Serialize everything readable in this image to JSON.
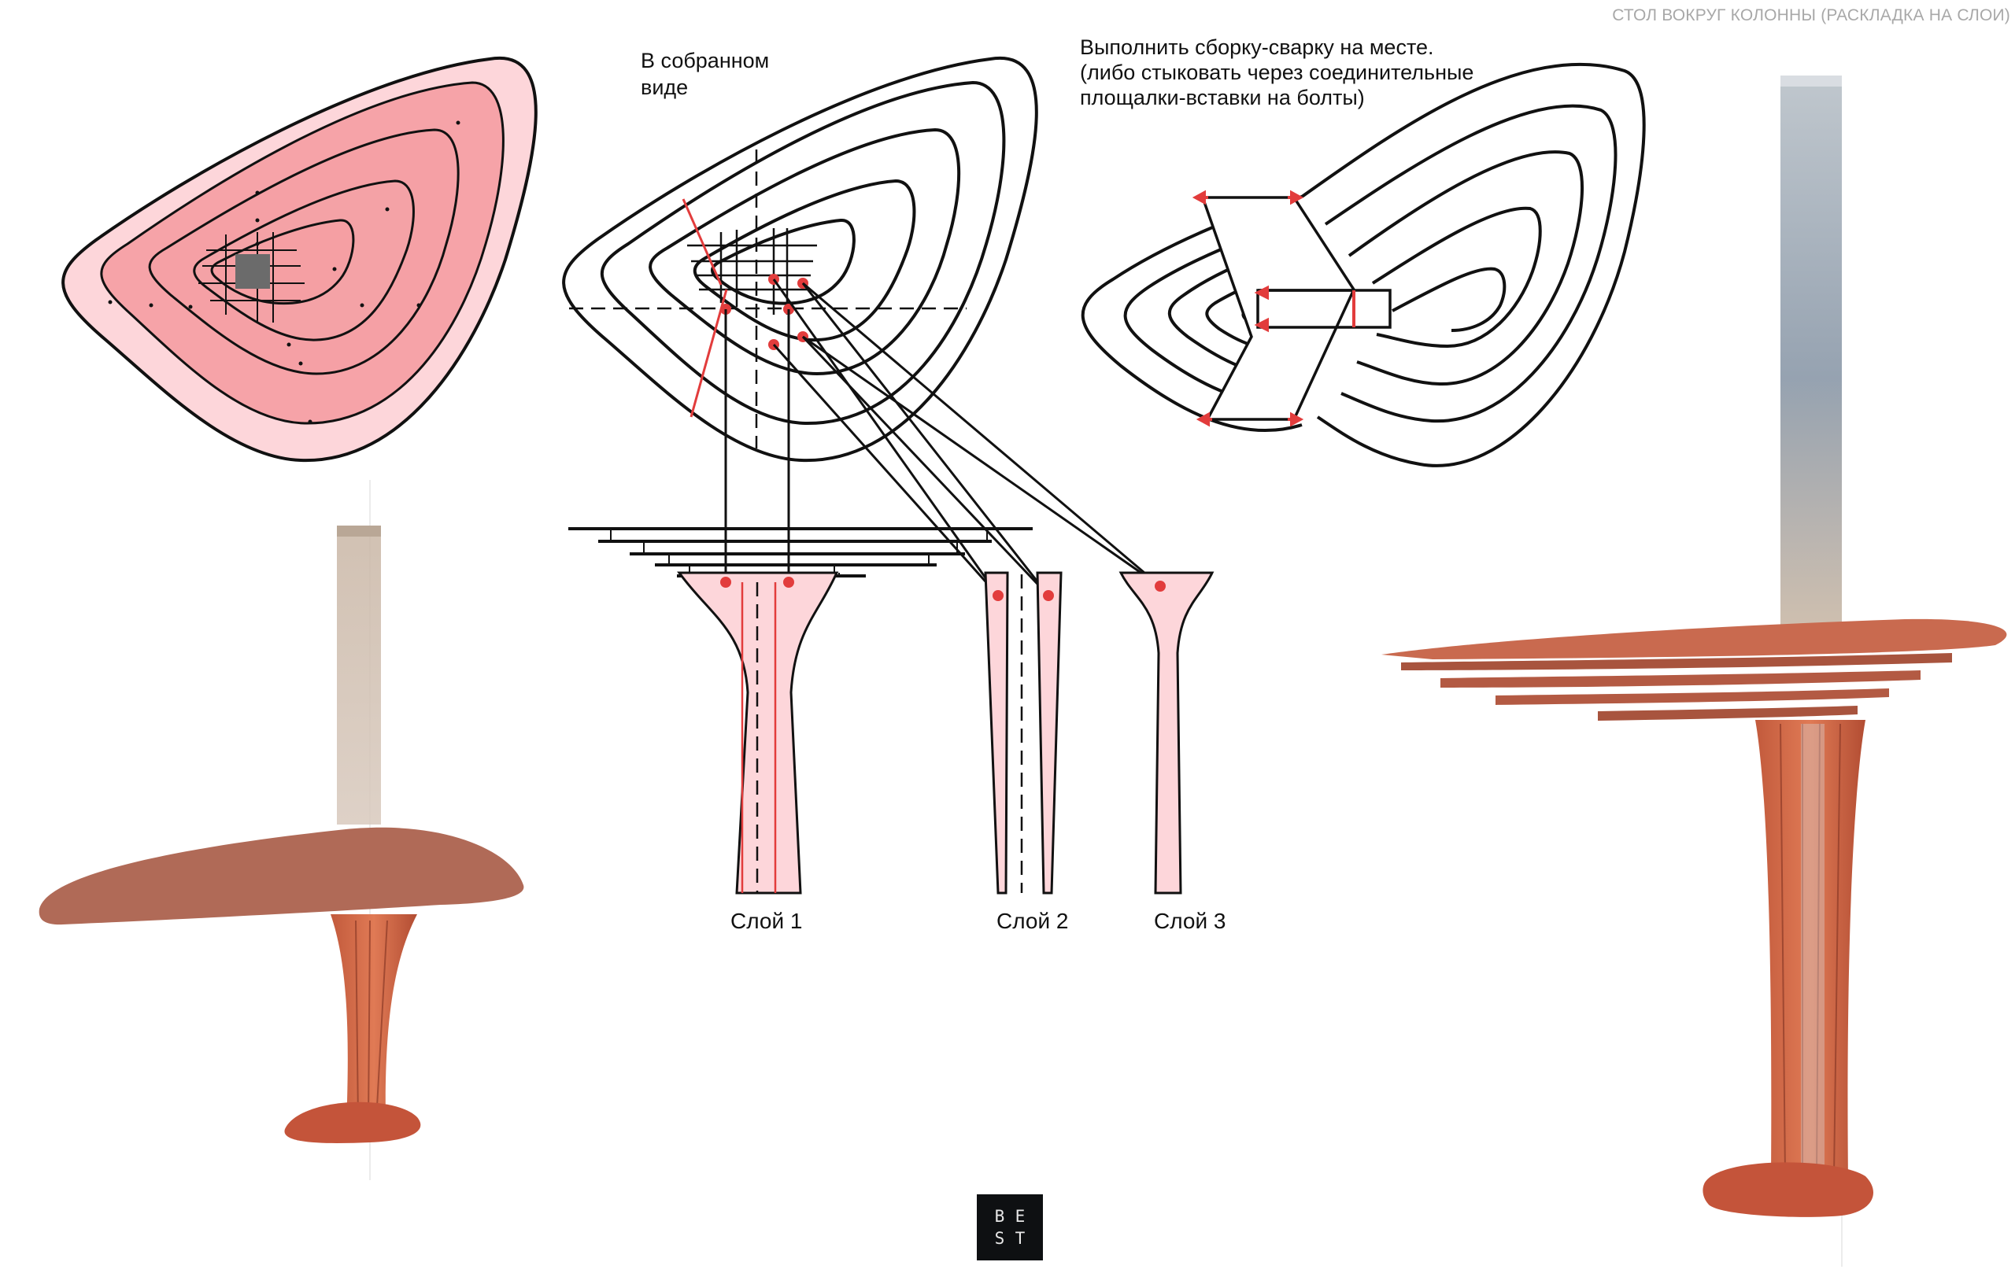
{
  "header": {
    "title": "СТОЛ ВОКРУГ КОЛОННЫ (РАСКЛАДКА НА СЛОИ)"
  },
  "notes": {
    "assembled": "В собранном\nвиде",
    "weld": "Выполнить сборку-сварку на месте.\n(либо стыковать через соединительные\nплощалки-вставки на болты)"
  },
  "layers": {
    "layer1": "Слой 1",
    "layer2": "Слой 2",
    "layer3": "Слой 3"
  },
  "logo": {
    "letters": [
      "B",
      "E",
      "S",
      "T"
    ]
  },
  "colors": {
    "accent_red": "#e23c3c",
    "layer_pink": "#fdd6da",
    "contour_pink": "#f6a3a8",
    "render_terracotta": "#b4573f",
    "column_glass": "#9aa7b3",
    "ink": "#111111"
  },
  "icons": {
    "logo": "best-logo-icon"
  }
}
